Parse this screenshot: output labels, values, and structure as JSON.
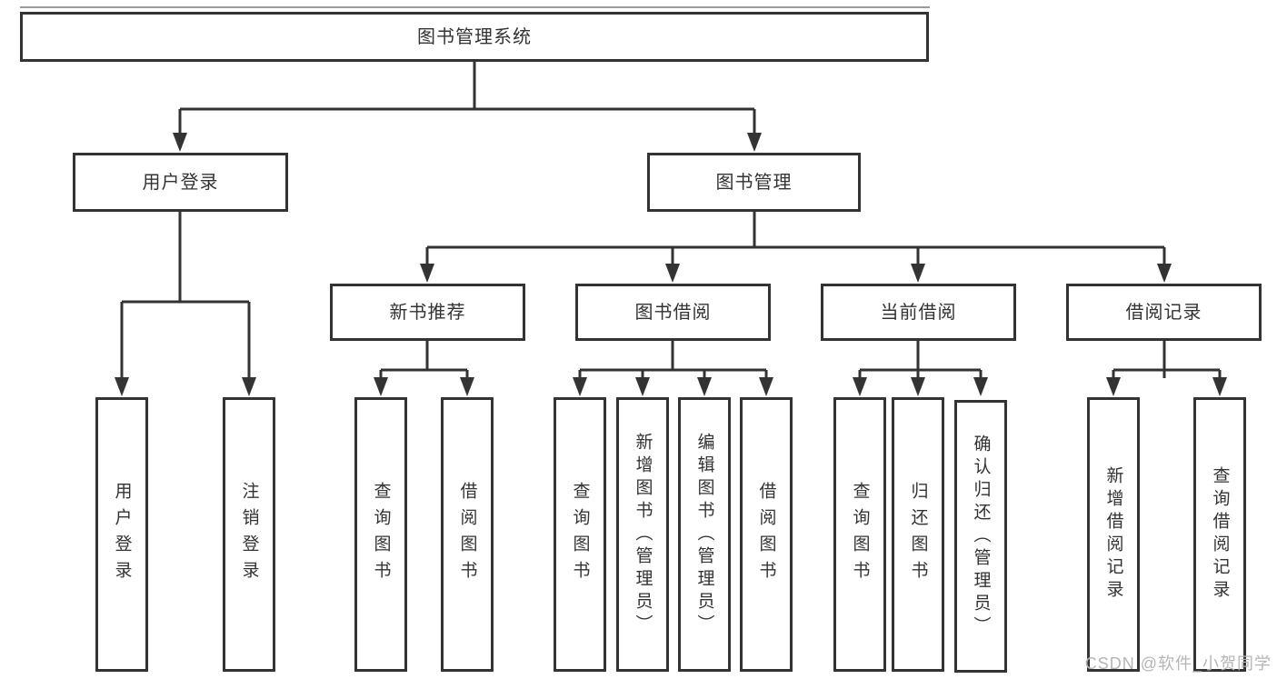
{
  "colors": {
    "line": "#333333",
    "text": "#333333",
    "watermark_text": "#b5b5b5",
    "background": "#ffffff"
  },
  "root": {
    "label": "图书管理系统"
  },
  "branches": {
    "user_login": {
      "label": "用户登录",
      "children": [
        "用户登录",
        "注销登录"
      ]
    },
    "book_management": {
      "label": "图书管理",
      "sections": [
        {
          "label": "新书推荐",
          "children": [
            "查询图书",
            "借阅图书"
          ]
        },
        {
          "label": "图书借阅",
          "children": [
            "查询图书",
            "新增图书（管理员）",
            "编辑图书（管理员）",
            "借阅图书"
          ]
        },
        {
          "label": "当前借阅",
          "children": [
            "查询图书",
            "归还图书",
            "确认归还（管理员）"
          ]
        },
        {
          "label": "借阅记录",
          "children": [
            "新增借阅记录",
            "查询借阅记录"
          ]
        }
      ]
    }
  },
  "watermark": "CSDN @软件_小贺同学"
}
